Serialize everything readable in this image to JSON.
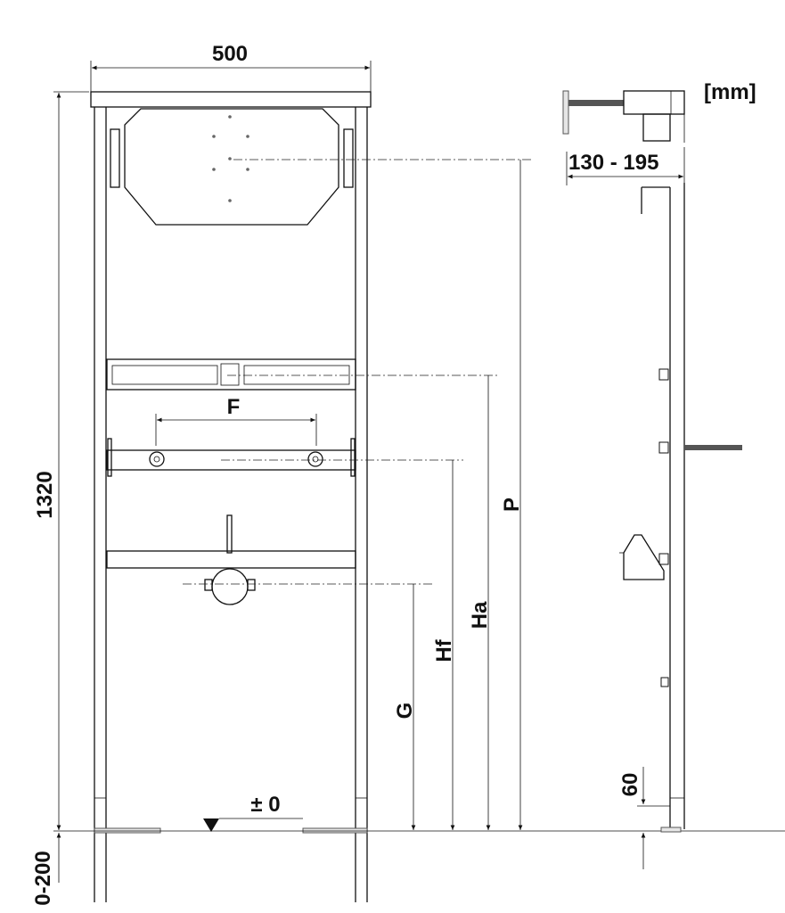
{
  "drawing": {
    "unit_label": "[mm]",
    "dimensions": {
      "width": "500",
      "height": "1320",
      "depth_range": "130 - 195",
      "floor_adjust": "0-200",
      "foot_height": "60",
      "floor_level": "± 0",
      "F": "F",
      "G": "G",
      "Hf": "Hf",
      "Ha": "Ha",
      "P": "P"
    }
  }
}
